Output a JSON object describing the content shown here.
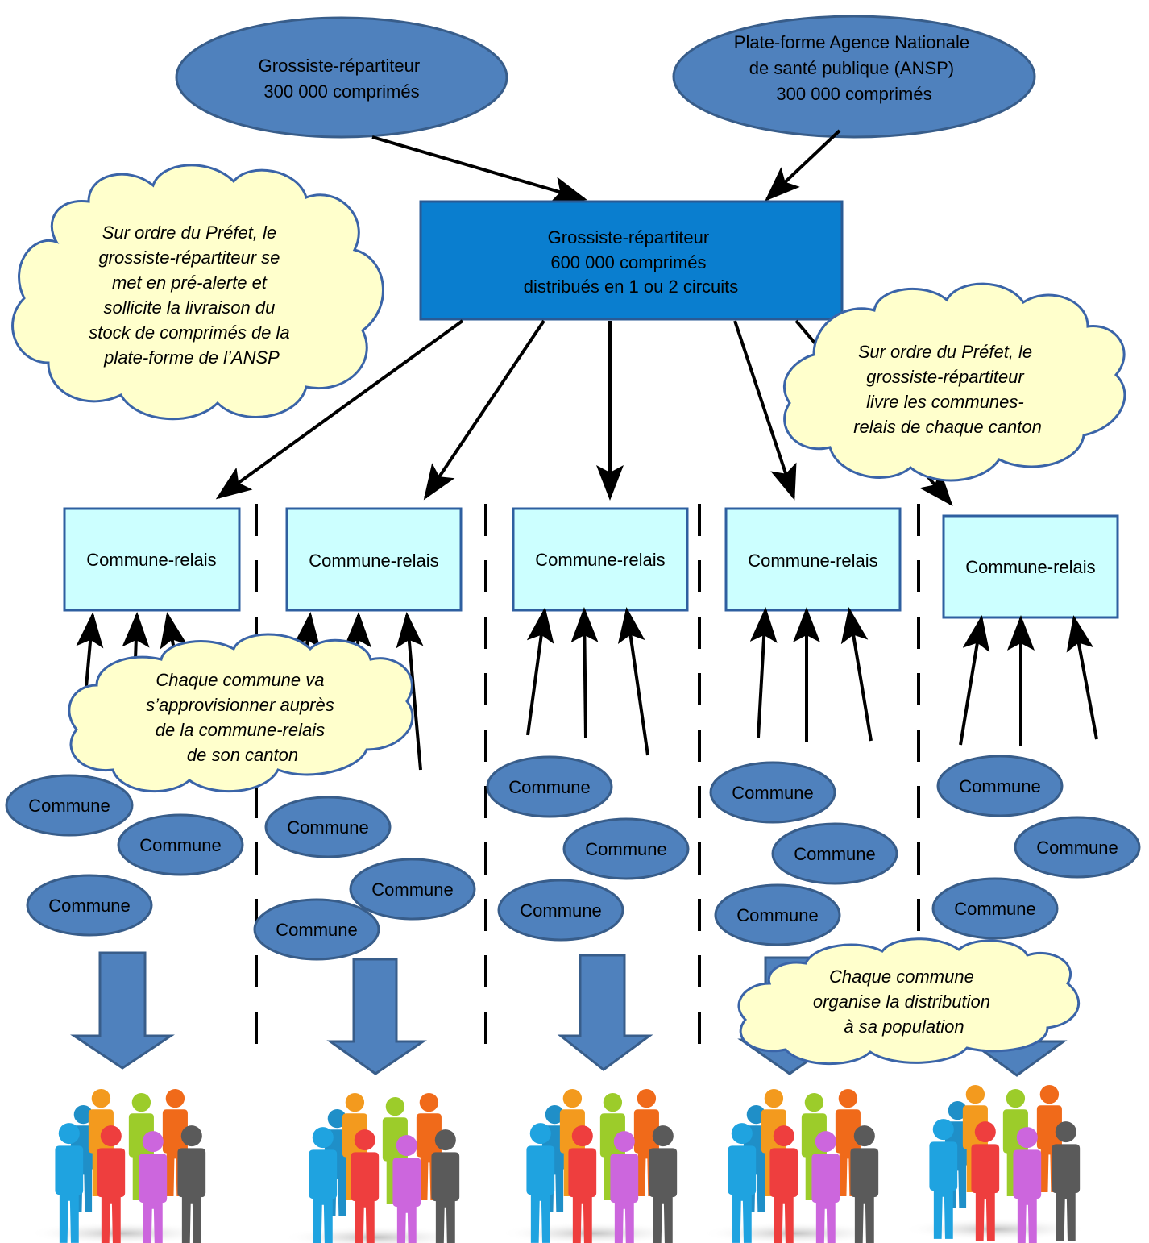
{
  "sources": {
    "wholesaler": [
      "Grossiste-répartiteur",
      "300 000 comprimés"
    ],
    "ansp": [
      "Plate-forme Agence Nationale",
      "de santé publique (ANSP)",
      "300 000 comprimés"
    ]
  },
  "hub": [
    "Grossiste-répartiteur",
    "600 000 comprimés",
    "distribués en 1 ou 2 circuits"
  ],
  "callouts": {
    "prefect_alert": [
      "Sur ordre du Préfet, le",
      "grossiste-répartiteur se",
      "met en pré-alerte et",
      "sollicite la livraison du",
      "stock de comprimés de la",
      "plate-forme de l’ANSP"
    ],
    "prefect_deliver": [
      "Sur ordre du Préfet, le",
      "grossiste-répartiteur",
      "livre les communes-",
      "relais de chaque canton"
    ],
    "supply": [
      "Chaque commune va",
      "s’approvisionner auprès",
      "de la commune-relais",
      "de son canton"
    ],
    "distribution": [
      "Chaque commune",
      "organise la distribution",
      "à sa population"
    ]
  },
  "relay_label": "Commune-relais",
  "commune_label": "Commune",
  "cantons": [
    {
      "relay": "Commune-relais",
      "communes": [
        "Commune",
        "Commune",
        "Commune"
      ]
    },
    {
      "relay": "Commune-relais",
      "communes": [
        "Commune",
        "Commune",
        "Commune"
      ]
    },
    {
      "relay": "Commune-relais",
      "communes": [
        "Commune",
        "Commune",
        "Commune"
      ]
    },
    {
      "relay": "Commune-relais",
      "communes": [
        "Commune",
        "Commune",
        "Commune"
      ]
    },
    {
      "relay": "Commune-relais",
      "communes": [
        "Commune",
        "Commune",
        "Commune"
      ]
    }
  ],
  "colors": {
    "ellipse": "#4f81bd",
    "ellipse_stroke": "#385d8a",
    "hub": "#0a7ecf",
    "hub_stroke": "#2a5a94",
    "relay": "#ccffff",
    "relay_stroke": "#2e5fa0",
    "cloud": "#ffffcc",
    "cloud_stroke": "#3a64a8",
    "people": [
      "#1fa3e0",
      "#f39a1e",
      "#9ccc2a",
      "#f06a1a",
      "#ee3e3e",
      "#cc66dd",
      "#5a5a5a",
      "#1f8fc8"
    ]
  }
}
